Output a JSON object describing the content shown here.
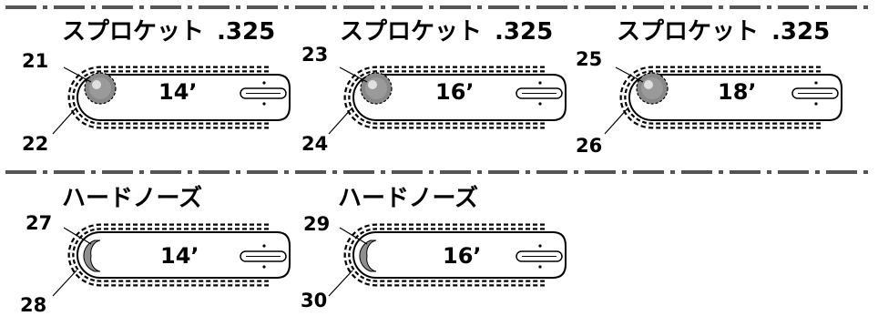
{
  "rows": [
    {
      "header": {
        "sprocket": "スプロケット",
        "pitch": ".325"
      },
      "items": [
        {
          "part_top": "21",
          "part_bottom": "22",
          "length": "14’",
          "nose": "sprocket"
        },
        {
          "part_top": "23",
          "part_bottom": "24",
          "length": "16’",
          "nose": "sprocket"
        },
        {
          "part_top": "25",
          "part_bottom": "26",
          "length": "18’",
          "nose": "sprocket"
        }
      ]
    },
    {
      "header": {
        "title": "ハードノーズ"
      },
      "items": [
        {
          "part_top": "27",
          "part_bottom": "28",
          "length": "14’",
          "nose": "hard"
        },
        {
          "part_top": "29",
          "part_bottom": "30",
          "length": "16’",
          "nose": "hard"
        }
      ]
    }
  ],
  "icons": {
    "sprocket": "sprocket-wheel-icon",
    "hard_nose": "hard-nose-icon"
  },
  "colors": {
    "line": "#000000",
    "sprocket_fill": "#8a8a8a",
    "hard_nose_fill": "#8f8f8f"
  }
}
